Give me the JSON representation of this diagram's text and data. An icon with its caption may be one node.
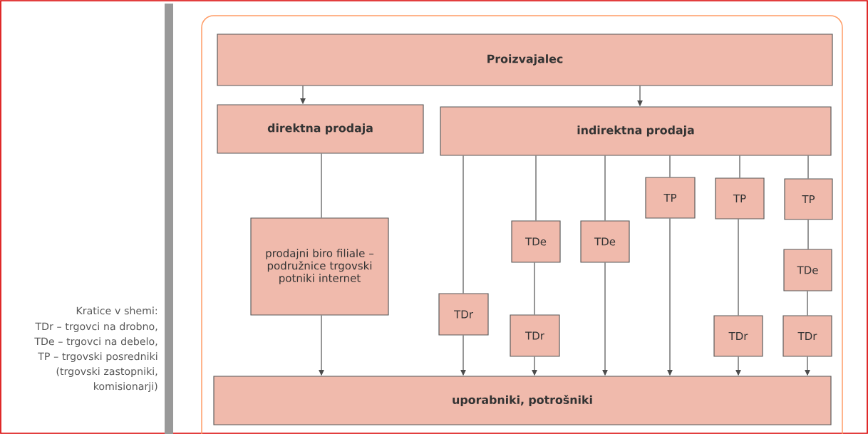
{
  "diagram": {
    "nodes": [
      {
        "text": [
          "Proizvajalec"
        ]
      },
      {
        "text": [
          "direktna prodaja"
        ]
      },
      {
        "text": [
          "indirektna prodaja"
        ]
      },
      {
        "text": [
          "prodajni biro filiale – podružnice trgovski potniki internet"
        ]
      },
      {
        "text": [
          "TDe"
        ]
      },
      {
        "text": [
          "TDe"
        ]
      },
      {
        "text": [
          "TP"
        ]
      },
      {
        "text": [
          "TP"
        ]
      },
      {
        "text": [
          "TP"
        ]
      },
      {
        "text": [
          "TDe"
        ]
      },
      {
        "text": [
          "TDr"
        ]
      },
      {
        "text": [
          "TDr"
        ]
      },
      {
        "text": [
          "TDr"
        ]
      },
      {
        "text": [
          "TDr"
        ]
      },
      {
        "text": [
          "uporabniki, potrošniki"
        ]
      }
    ],
    "edges": [
      {
        "from": 0,
        "to": 1,
        "arrow": "to"
      },
      {
        "from": 0,
        "to": 2,
        "arrow": "to"
      },
      {
        "from": 1,
        "to": 3,
        "arrow": "none"
      },
      {
        "from": 3,
        "to": 14,
        "arrow": "to"
      },
      {
        "from": 2,
        "to": 10,
        "arrow": "none"
      },
      {
        "from": 10,
        "to": 14,
        "arrow": "to"
      },
      {
        "from": 2,
        "to": 4,
        "arrow": "none"
      },
      {
        "from": 4,
        "to": 11,
        "arrow": "none"
      },
      {
        "from": 11,
        "to": 14,
        "arrow": "to"
      },
      {
        "from": 2,
        "to": 5,
        "arrow": "none"
      },
      {
        "from": 5,
        "to": 14,
        "arrow": "to"
      },
      {
        "from": 2,
        "to": 6,
        "arrow": "none"
      },
      {
        "from": 6,
        "to": 14,
        "arrow": "to"
      },
      {
        "from": 2,
        "to": 7,
        "arrow": "none"
      },
      {
        "from": 7,
        "to": 12,
        "arrow": "none"
      },
      {
        "from": 12,
        "to": 14,
        "arrow": "to"
      },
      {
        "from": 2,
        "to": 8,
        "arrow": "none"
      },
      {
        "from": 8,
        "to": 9,
        "arrow": "none"
      },
      {
        "from": 9,
        "to": 13,
        "arrow": "none"
      },
      {
        "from": 13,
        "to": 14,
        "arrow": "to"
      }
    ],
    "labels": [
      "Kratice v shemi:",
      "TDr – trgovci na drobno,",
      "TDe – trgovci na debelo,",
      "TP – trgovski posredniki (trgovski zastopniki, komisionarji)"
    ]
  }
}
